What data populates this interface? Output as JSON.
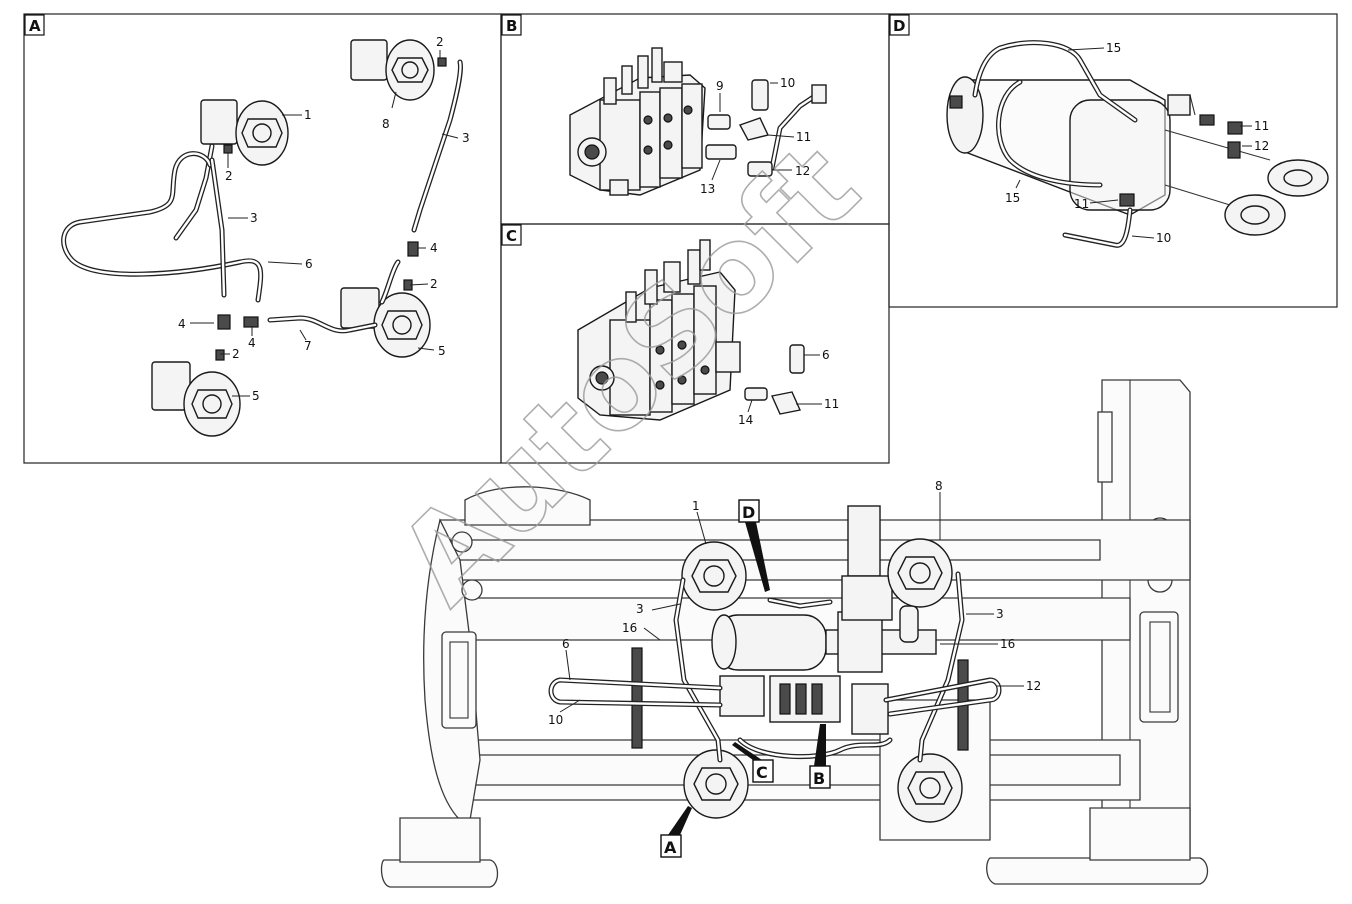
{
  "watermark": "AutoSoft",
  "panels": [
    {
      "id": "A",
      "label": "A"
    },
    {
      "id": "B",
      "label": "B"
    },
    {
      "id": "C",
      "label": "C"
    },
    {
      "id": "D",
      "label": "D"
    }
  ],
  "callouts": {
    "panel_a": [
      "1",
      "2",
      "2",
      "3",
      "3",
      "4",
      "4",
      "4",
      "2",
      "2",
      "5",
      "5",
      "6",
      "7",
      "8"
    ],
    "panel_b": [
      "9",
      "10",
      "11",
      "12",
      "13"
    ],
    "panel_c": [
      "6",
      "11",
      "14"
    ],
    "panel_d": [
      "15",
      "15",
      "11",
      "11",
      "12",
      "10"
    ],
    "main": [
      "1",
      "8",
      "3",
      "3",
      "16",
      "16",
      "6",
      "10",
      "12"
    ]
  },
  "view_markers": [
    "D",
    "C",
    "B",
    "A"
  ]
}
